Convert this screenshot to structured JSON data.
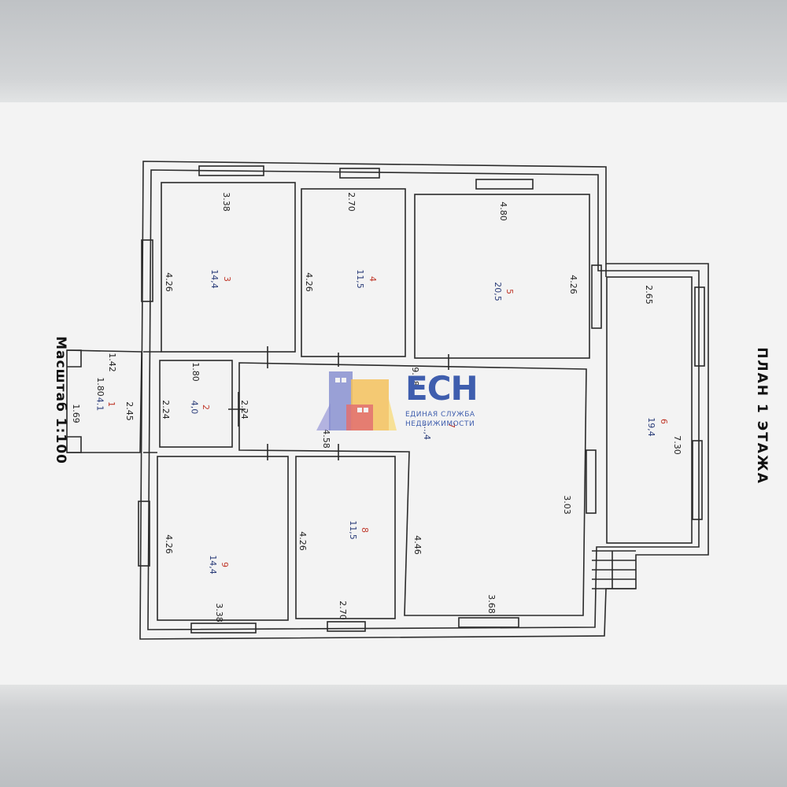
{
  "plan": {
    "title": "ПЛАН 1 ЭТАЖА",
    "scale": "Масштаб 1:100"
  },
  "rooms": {
    "r1": {
      "num": "1",
      "area": "4.1",
      "d1": "1.42",
      "d2": "1.80",
      "d3": "1.69"
    },
    "r2": {
      "num": "2",
      "area": "4,0",
      "d1": "1.80",
      "d2": "2.24",
      "d3": "2.45"
    },
    "r3": {
      "num": "3",
      "area": "14,4",
      "d1": "3.38",
      "d2": "4.26"
    },
    "r4": {
      "num": "4",
      "area": "11,5",
      "d1": "2.70",
      "d2": "4.26"
    },
    "r5": {
      "num": "5",
      "area": "20,5",
      "d1": "4.80",
      "d2": "4.26"
    },
    "r6": {
      "num": "6",
      "area": "19,4",
      "d1": "2.65",
      "d2": "7.30"
    },
    "r7": {
      "num": "7",
      "area": "...,4",
      "d1": "9.38",
      "d2": "2.24",
      "d3": "4.58",
      "d4": "3.03",
      "d5": "4.46",
      "d6": "3.68"
    },
    "r8": {
      "num": "8",
      "area": "11,5",
      "d1": "4.26",
      "d2": "2.70"
    },
    "r9": {
      "num": "9",
      "area": "14,4",
      "d1": "4.26",
      "d2": "3.38"
    }
  },
  "watermark": {
    "logo": "ЕСН",
    "line1": "ЕДИНАЯ СЛУЖБА",
    "line2": "НЕДВИЖИМОСТИ"
  },
  "colors": {
    "line": "#2b2b2b",
    "room_num": "#c0392b",
    "room_area": "#2c3e7a",
    "logo_blue": "#3f5eae"
  }
}
